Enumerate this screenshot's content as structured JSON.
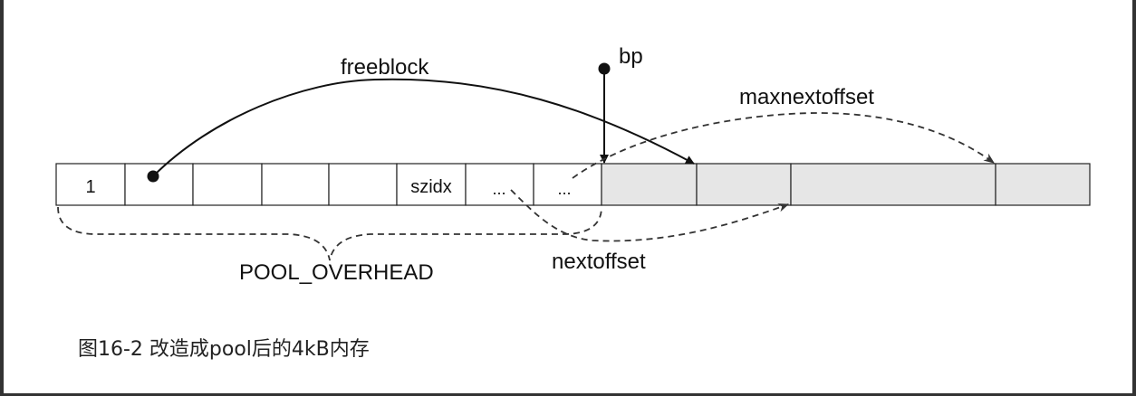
{
  "diagram": {
    "cells": [
      {
        "text": "1"
      },
      {
        "text": ""
      },
      {
        "text": ""
      },
      {
        "text": ""
      },
      {
        "text": ""
      },
      {
        "text": "szidx"
      },
      {
        "text": "..."
      },
      {
        "text": "..."
      }
    ],
    "blocks_shaded": 4,
    "labels": {
      "freeblock": "freeblock",
      "bp": "bp",
      "maxnextoffset": "maxnextoffset",
      "nextoffset": "nextoffset",
      "pool_overhead": "POOL_OVERHEAD"
    },
    "colors": {
      "line": "#111111",
      "block_fill": "#e6e6e6",
      "frame": "#333333"
    }
  },
  "caption": "图16-2 改造成pool后的4kB内存"
}
